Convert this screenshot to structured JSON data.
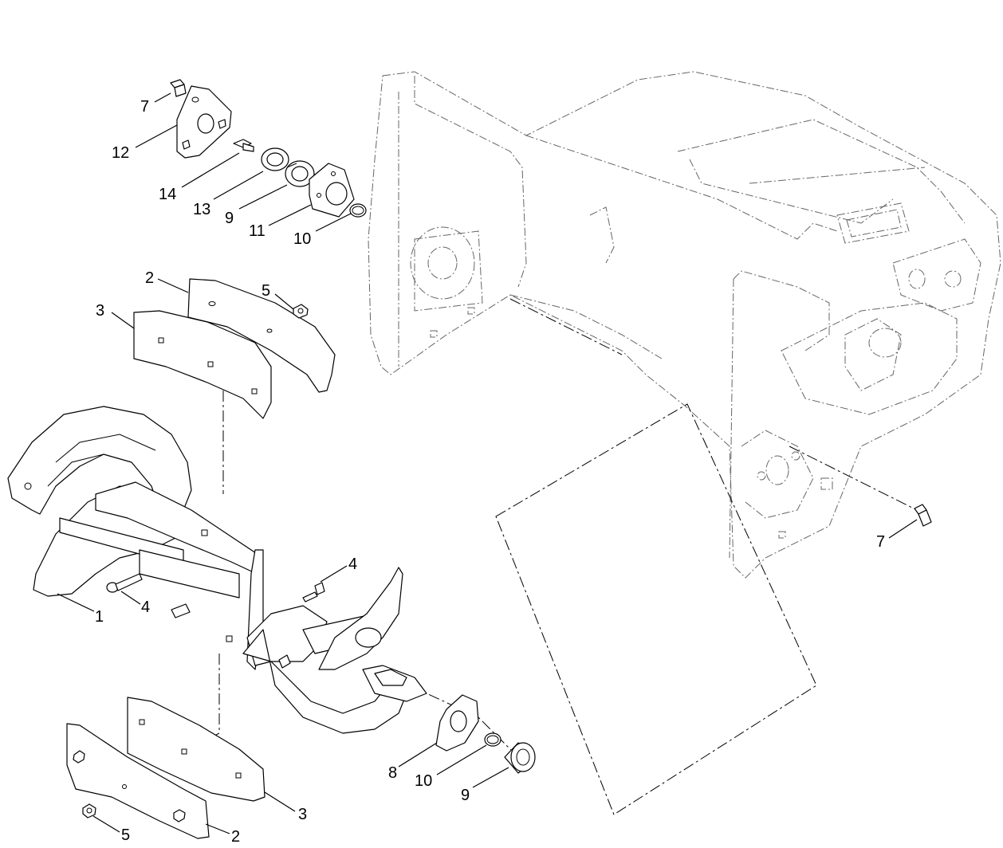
{
  "diagram": {
    "type": "exploded-parts-view",
    "colors": {
      "line": "#000000",
      "ghost_line": "#666666",
      "background": "#ffffff"
    },
    "callouts": [
      {
        "id": "c-7-top",
        "label": "7"
      },
      {
        "id": "c-12",
        "label": "12"
      },
      {
        "id": "c-14",
        "label": "14"
      },
      {
        "id": "c-13",
        "label": "13"
      },
      {
        "id": "c-9-top",
        "label": "9"
      },
      {
        "id": "c-11",
        "label": "11"
      },
      {
        "id": "c-10-top",
        "label": "10"
      },
      {
        "id": "c-2-top",
        "label": "2"
      },
      {
        "id": "c-5-top",
        "label": "5"
      },
      {
        "id": "c-3-top",
        "label": "3"
      },
      {
        "id": "c-4-right",
        "label": "4"
      },
      {
        "id": "c-1",
        "label": "1"
      },
      {
        "id": "c-4-left",
        "label": "4"
      },
      {
        "id": "c-7-right",
        "label": "7"
      },
      {
        "id": "c-8",
        "label": "8"
      },
      {
        "id": "c-10-bottom",
        "label": "10"
      },
      {
        "id": "c-9-bottom",
        "label": "9"
      },
      {
        "id": "c-3-bottom",
        "label": "3"
      },
      {
        "id": "c-5-bottom",
        "label": "5"
      },
      {
        "id": "c-2-bottom",
        "label": "2"
      }
    ]
  }
}
